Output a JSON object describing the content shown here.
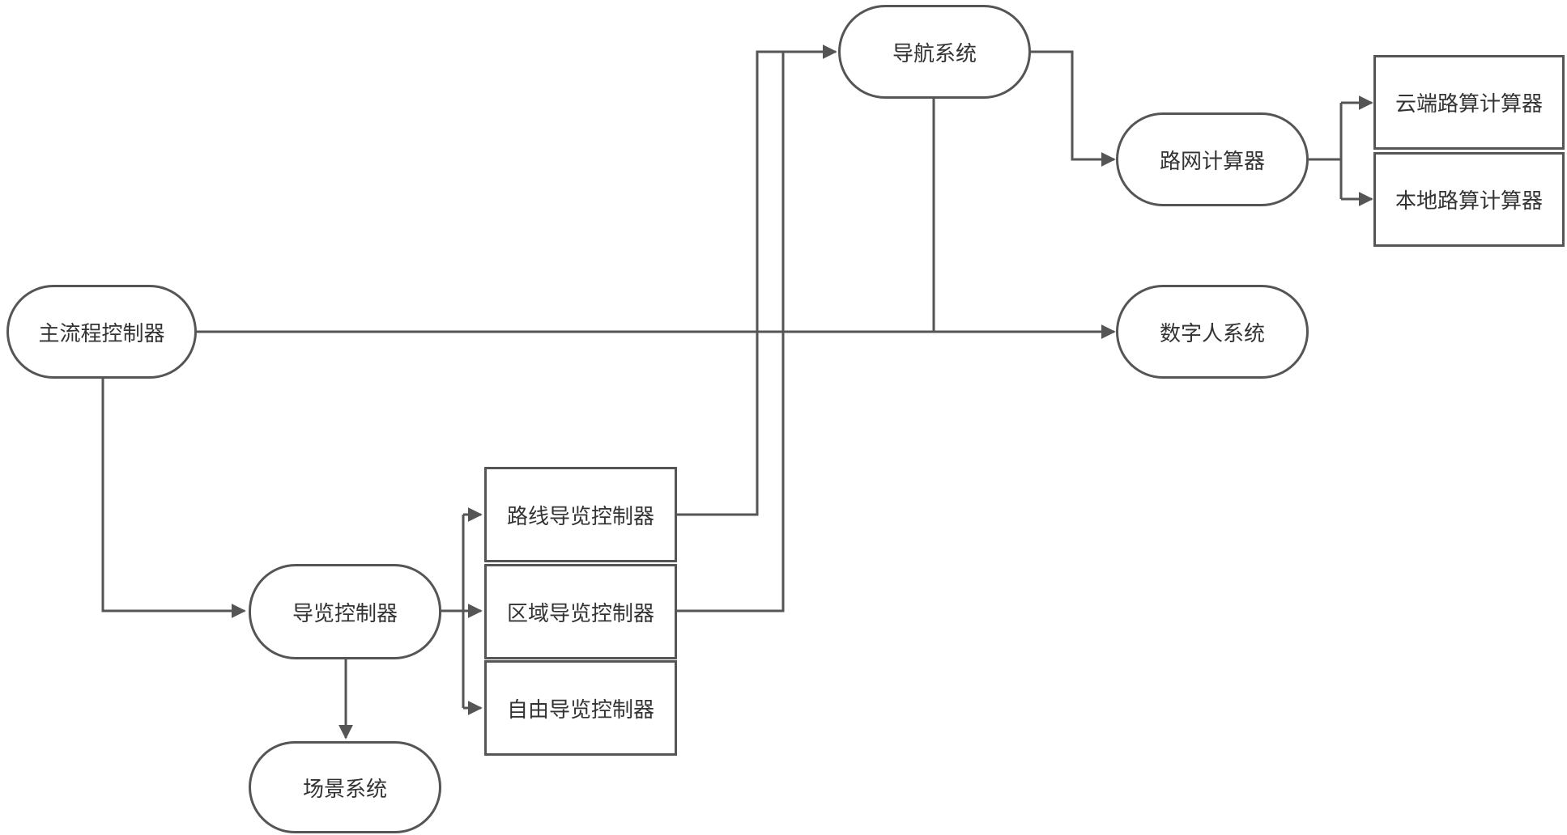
{
  "diagram": {
    "nodes": [
      {
        "id": "main-process-controller",
        "label": "主流程控制器",
        "shape": "pill"
      },
      {
        "id": "navigation-system",
        "label": "导航系统",
        "shape": "pill"
      },
      {
        "id": "road-network-calculator",
        "label": "路网计算器",
        "shape": "pill"
      },
      {
        "id": "cloud-route-calculator",
        "label": "云端路算计算器",
        "shape": "rect"
      },
      {
        "id": "local-route-calculator",
        "label": "本地路算计算器",
        "shape": "rect"
      },
      {
        "id": "digital-human-system",
        "label": "数字人系统",
        "shape": "pill"
      },
      {
        "id": "tour-controller",
        "label": "导览控制器",
        "shape": "pill"
      },
      {
        "id": "scene-system",
        "label": "场景系统",
        "shape": "pill"
      },
      {
        "id": "route-tour-controller",
        "label": "路线导览控制器",
        "shape": "rect"
      },
      {
        "id": "area-tour-controller",
        "label": "区域导览控制器",
        "shape": "rect"
      },
      {
        "id": "free-tour-controller",
        "label": "自由导览控制器",
        "shape": "rect"
      }
    ],
    "edges": [
      {
        "from": "main-process-controller",
        "to": "digital-human-system"
      },
      {
        "from": "main-process-controller",
        "to": "tour-controller"
      },
      {
        "from": "tour-controller",
        "to": "scene-system"
      },
      {
        "from": "tour-controller",
        "to": "route-tour-controller"
      },
      {
        "from": "tour-controller",
        "to": "area-tour-controller"
      },
      {
        "from": "tour-controller",
        "to": "free-tour-controller"
      },
      {
        "from": "route-tour-controller",
        "to": "navigation-system"
      },
      {
        "from": "area-tour-controller",
        "to": "navigation-system"
      },
      {
        "from": "navigation-system",
        "to": "digital-human-system"
      },
      {
        "from": "navigation-system",
        "to": "road-network-calculator"
      },
      {
        "from": "road-network-calculator",
        "to": "cloud-route-calculator"
      },
      {
        "from": "road-network-calculator",
        "to": "local-route-calculator"
      }
    ],
    "colors": {
      "stroke": "#555555",
      "text": "#333333",
      "fill": "#ffffff"
    }
  }
}
